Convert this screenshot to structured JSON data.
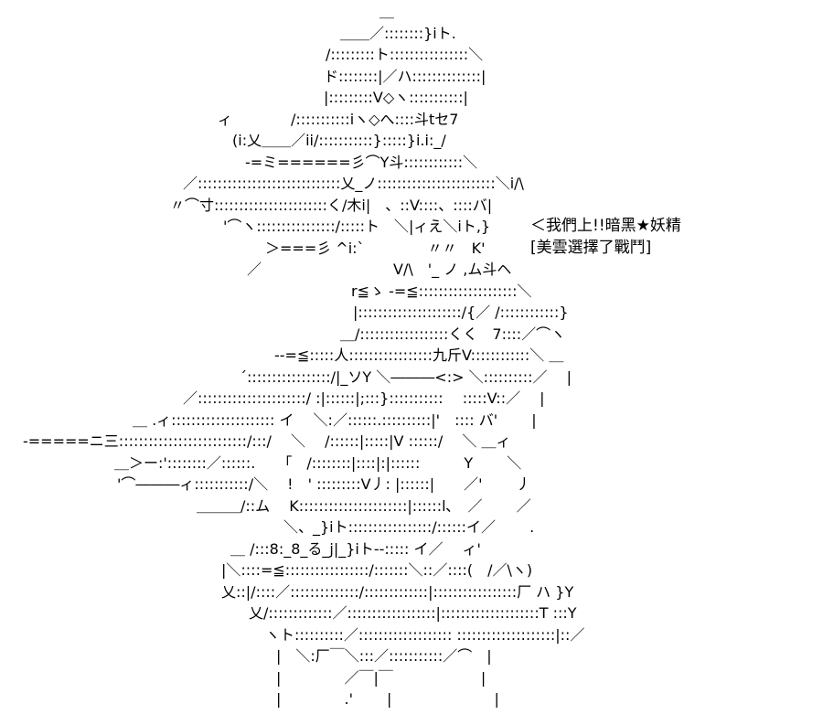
{
  "caption": {
    "line1": "＜我們上!!暗黑★妖精",
    "line2": "[美雲選擇了戰鬥]"
  },
  "art": {
    "lines": [
      "＿",
      "＿＿／::::::::}iト.",
      "/:::::::::ト::::::::::::::::＼",
      "ド::::::::|／ハ::::::::::::::|",
      "|:::::::::V◇ヽ:::::::::::|",
      "ィ　　　　/:::::::::::iヽ◇へ::::斗tセ7",
      "(i:乂＿＿／ii/:::::::::::}:::::}i.i:_/",
      "-=ミ======彡⌒Y斗::::::::::::＼",
      "／:::::::::::::::::::::::::::::乂_ノ::::::::::::::::::::::::＼i/\\",
      "〃⌒寸:::::::::::::::::::::::く/木i|　、::V::::、::::バ|",
      "'⌒ヽ::::::::::::::::/:::::ト　＼|ィえ＼iト,}",
      "＞===彡 ^i:`　　　　 〃〃　K'",
      "／　　　　　　　　　V/\\　'_ ノ ,ム斗ヘ",
      "r≦ゝ -=≦::::::::::::::::::::＼",
      "|:::::::::::::::::::::/{／ /::::::::::::}",
      "＿/::::::::::::::::::くく　7::::／⌒ヽ",
      "--=≦:::::人:::::::::::::::::九斤V::::::::::::＼ ＿",
      "´:::::::::::::::::/|_ソY ＼―――<:> ＼::::::::::／　 |",
      "／::::::::::::::::::::::/ :|::::::|;:::}:::::::::::　 :::::V::／　 |",
      "＿ .ィ::::::::::::::::::::: イ　 ＼:／::::::.::::::::::|'　:::: バ'　　 |",
      "-=====ニ三::::::::::::::::::::::::::/:::/　 ＼　 /::::::|:::::|V ::::::/　 ＼ ＿ィ",
      "＿＞ー:'::::::::／::::::.　　「　/::::::::|::::|:|::::::　　　Υ　　 ＼",
      "'⌒―――ィ:::::::::::/＼　 !　' :::::::::V丿: |::::::|　　／'　　 丿",
      "＿＿＿/::ム　 K::::::::::::::::::::::|::::::l､　／　　 ／",
      "＼、_}iト:::::::::::::::::/::::::イ／　　 .",
      "＿ /:::8:_8_る_j|_}iト--::::: イ／　 ィ'",
      "|＼::::=≦:::::::::::::::::/:::::::＼::／::::(　/／\\ヽ)",
      "乂::|/::::／::::::::::::::/:::::::::::::|:::::::::::::::::厂 ハ }Y",
      "乂/:::::::::::::／::::::::::::::::::|::::::::::::::::::::T :::Y",
      "ヽト::::::::::／::::::::::::::::::: ::::::::::::::::::::|::／",
      "|　＼:厂￣＼:::／:::::::::::／⌒　|",
      "|　　　　 ／￣|￣　　　　　　|",
      "|　　　　 .'　　 |　　　　　　　|"
    ]
  }
}
